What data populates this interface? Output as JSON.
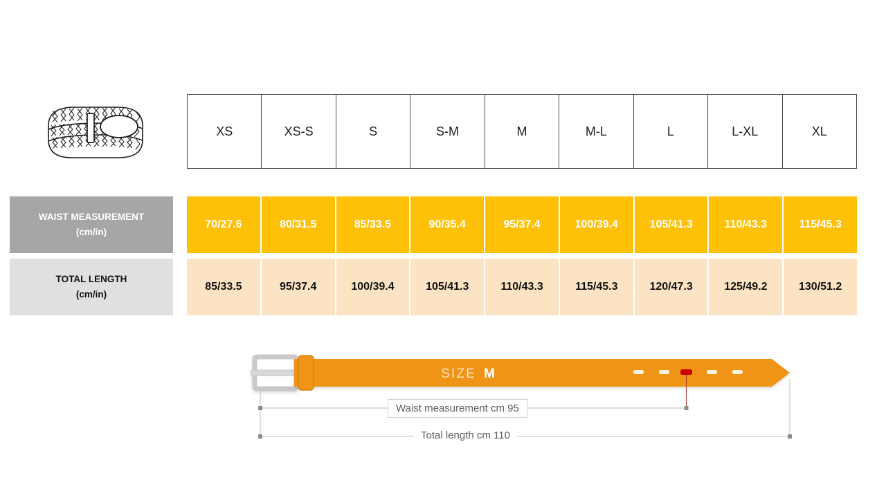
{
  "product": {
    "icon_name": "woven-belt-illustration"
  },
  "table": {
    "size_headers": [
      "XS",
      "XS-S",
      "S",
      "S-M",
      "M",
      "M-L",
      "L",
      "L-XL",
      "XL"
    ],
    "rows": [
      {
        "label_line1": "WAIST MEASUREMENT",
        "label_line2": "(cm/in)",
        "label_bg": "#a6a6a6",
        "cell_bg": "#FFC107",
        "values": [
          "70/27.6",
          "80/31.5",
          "85/33.5",
          "90/35.4",
          "95/37.4",
          "100/39.4",
          "105/41.3",
          "110/43.3",
          "115/45.3"
        ]
      },
      {
        "label_line1": "TOTAL LENGTH",
        "label_line2": "(cm/in)",
        "label_bg": "#e0e0e0",
        "cell_bg": "#FCE3C4",
        "values": [
          "85/33.5",
          "95/37.4",
          "100/39.4",
          "105/41.3",
          "110/43.3",
          "115/45.3",
          "120/47.3",
          "125/49.2",
          "130/51.2"
        ]
      }
    ]
  },
  "diagram": {
    "size_word": "SIZE",
    "size_value": "M",
    "waist_dimension_label": "Waist measurement cm 95",
    "total_length_label": "Total length cm 110",
    "belt_color": "#EF9416",
    "buckle_color": "#d4d4d4",
    "highlight_hole_color": "#cc0000",
    "hole_count": 5,
    "highlighted_hole_index": 3
  }
}
